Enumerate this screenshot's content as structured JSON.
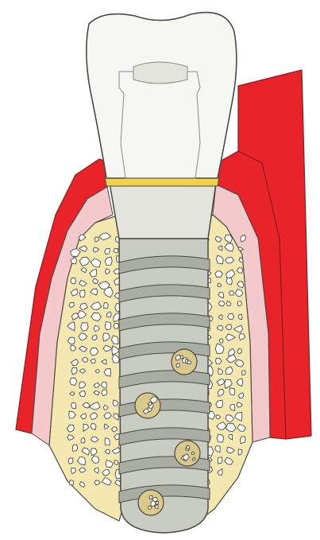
{
  "diagram": {
    "colors": {
      "background": "#ffffff",
      "gingiva": "#e8242a",
      "gingiva_stroke": "#8c1a1a",
      "mucosa": "#f4c9cc",
      "bone": "#f5e7b0",
      "marrow": "#ffffff",
      "implant": "#c9ccc2",
      "implant_dark": "#a9ada2",
      "crown": "#f6f6f3",
      "crown_shadow": "#e3e4de",
      "collar": "#f0d24a",
      "outline": "#4a4a44",
      "graft": "#d9c98a"
    },
    "parts": [
      {
        "id": "crown"
      },
      {
        "id": "abutment"
      },
      {
        "id": "implant-body"
      },
      {
        "id": "gingiva"
      },
      {
        "id": "bone"
      }
    ]
  }
}
